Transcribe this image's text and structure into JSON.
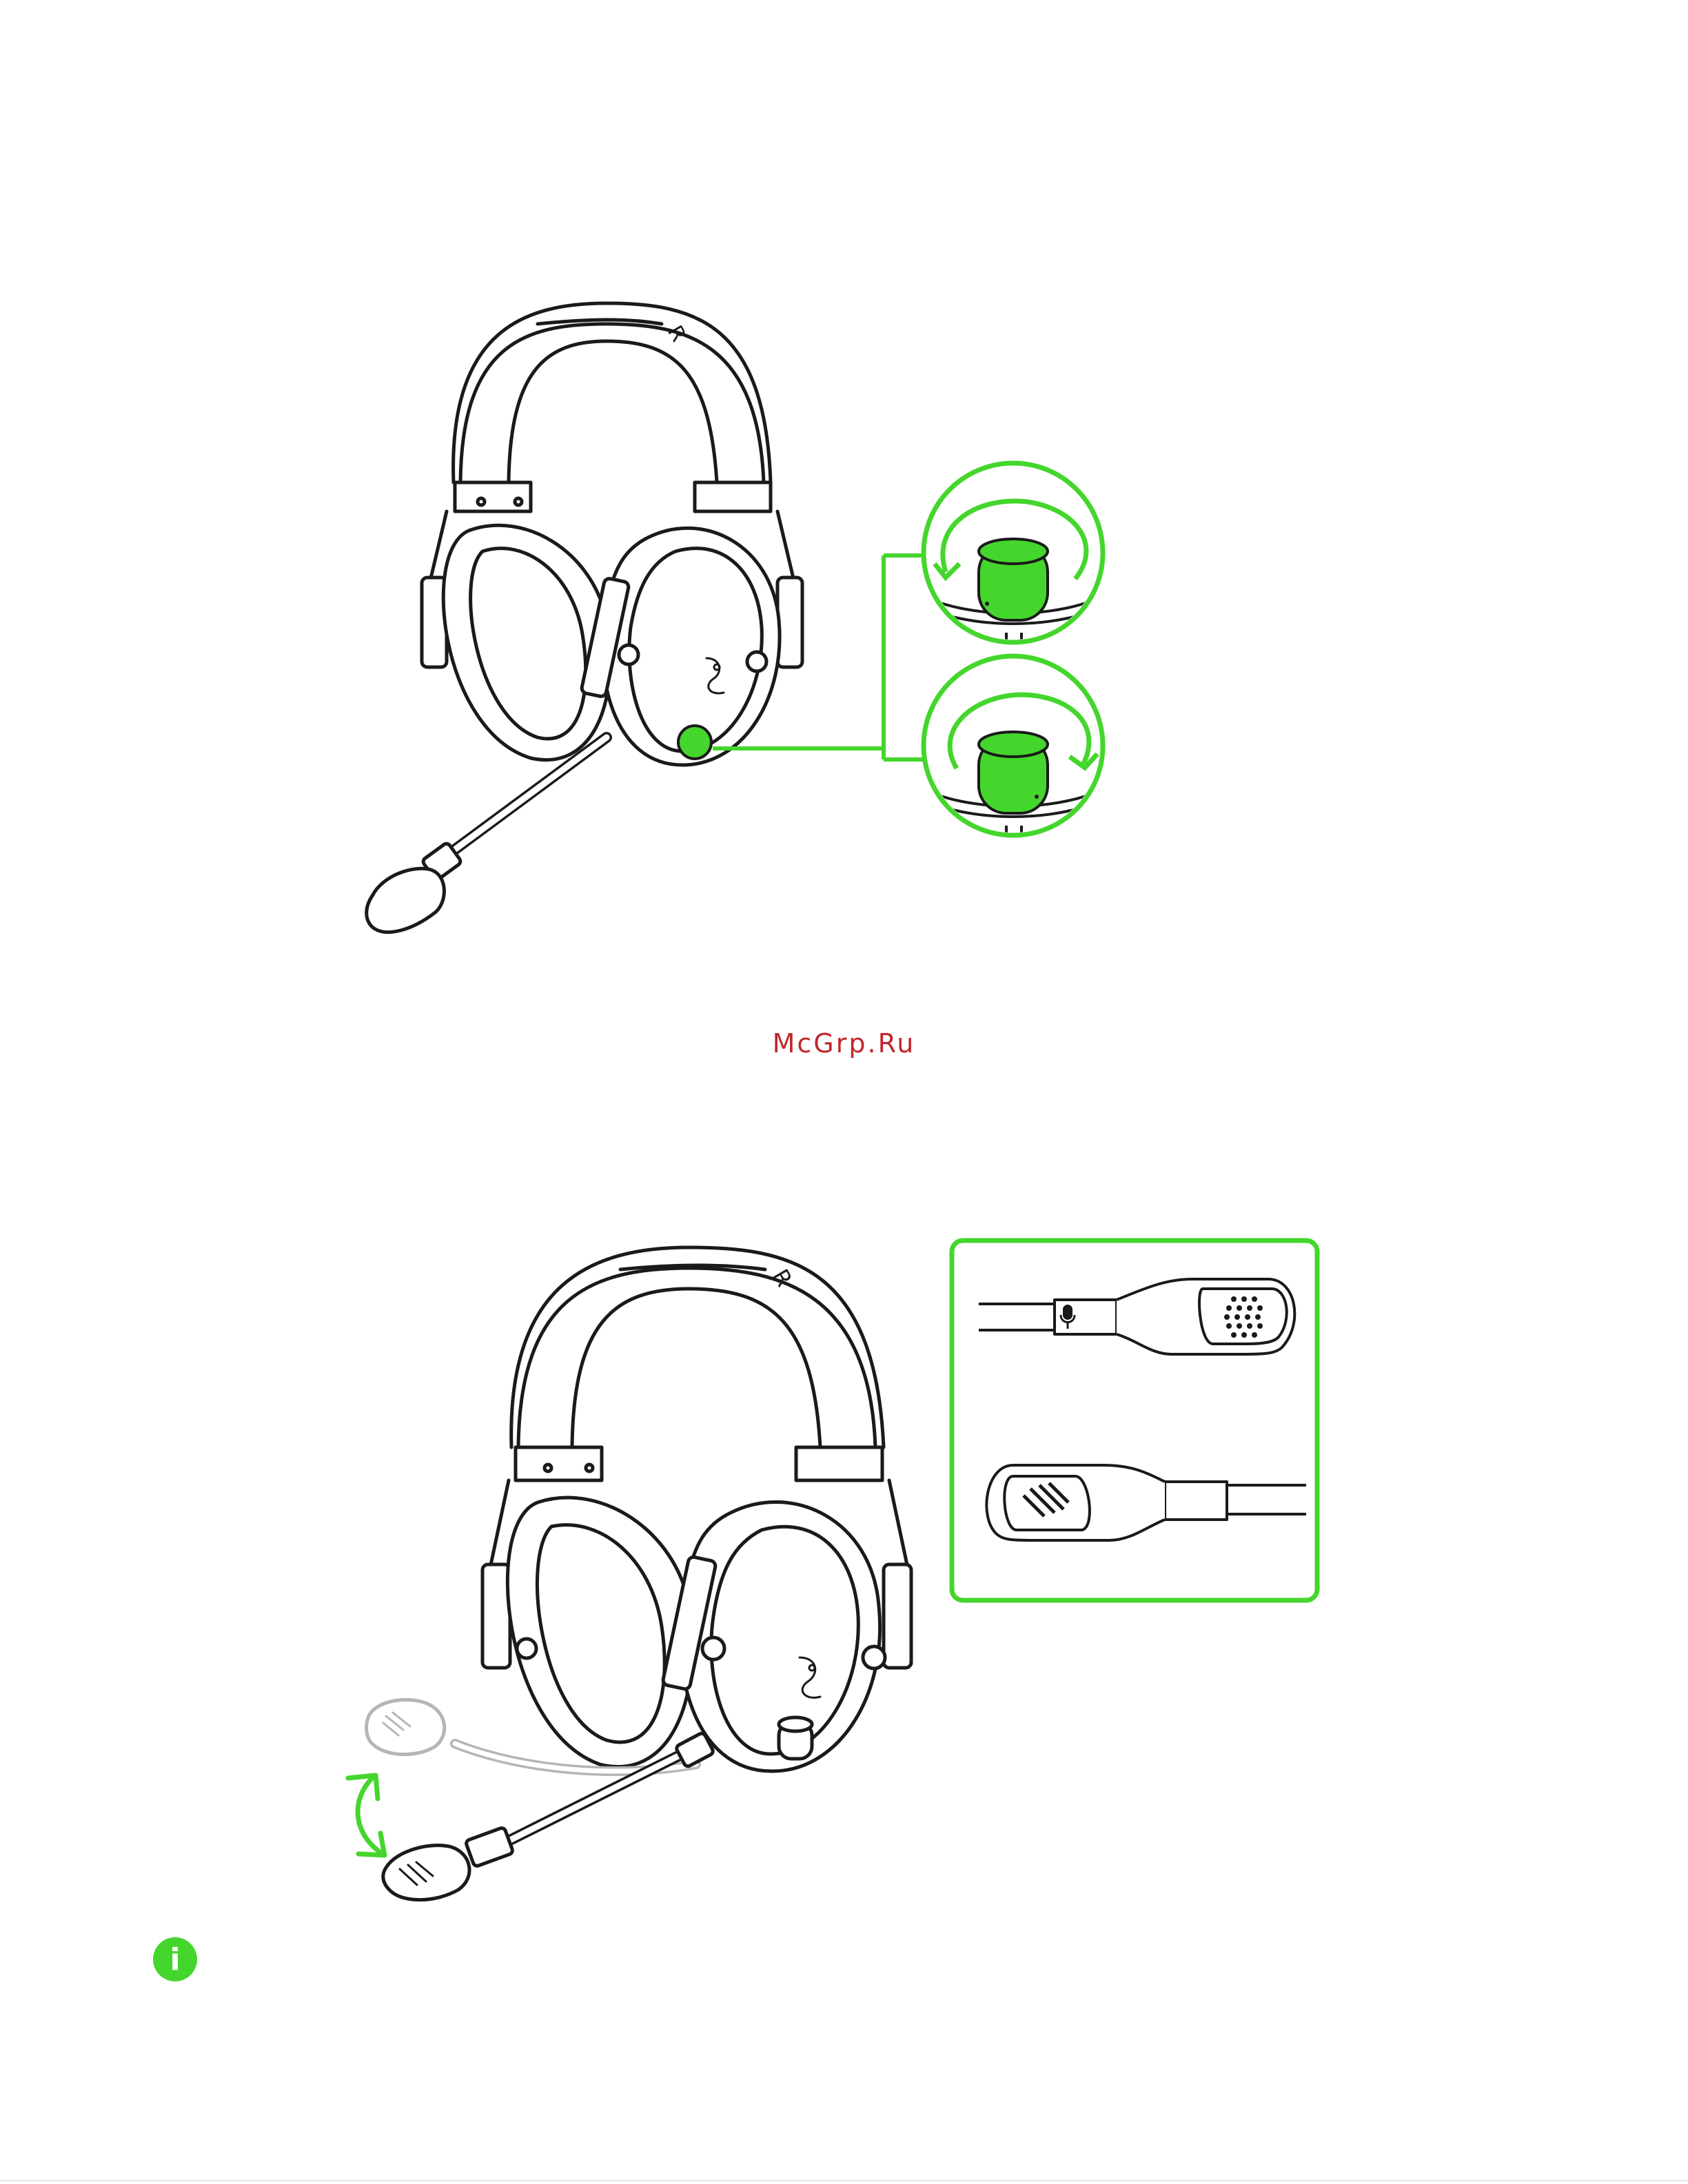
{
  "watermark": {
    "text": "McGrp.Ru"
  },
  "colors": {
    "accent": "#44d62c",
    "line": "#1a1a1a",
    "ghost": "#b5b5b5",
    "watermark": "#c0262b"
  },
  "icons": {
    "info": "info-icon",
    "logo": "razer-snake-logo",
    "rotate_cw": "rotate-clockwise-arrow",
    "rotate_ccw": "rotate-counterclockwise-arrow",
    "flip": "flip-arrow",
    "mic": "microphone-icon"
  },
  "figure1": {
    "headband_letter": "R"
  },
  "figure2": {
    "headband_letter": "R"
  }
}
